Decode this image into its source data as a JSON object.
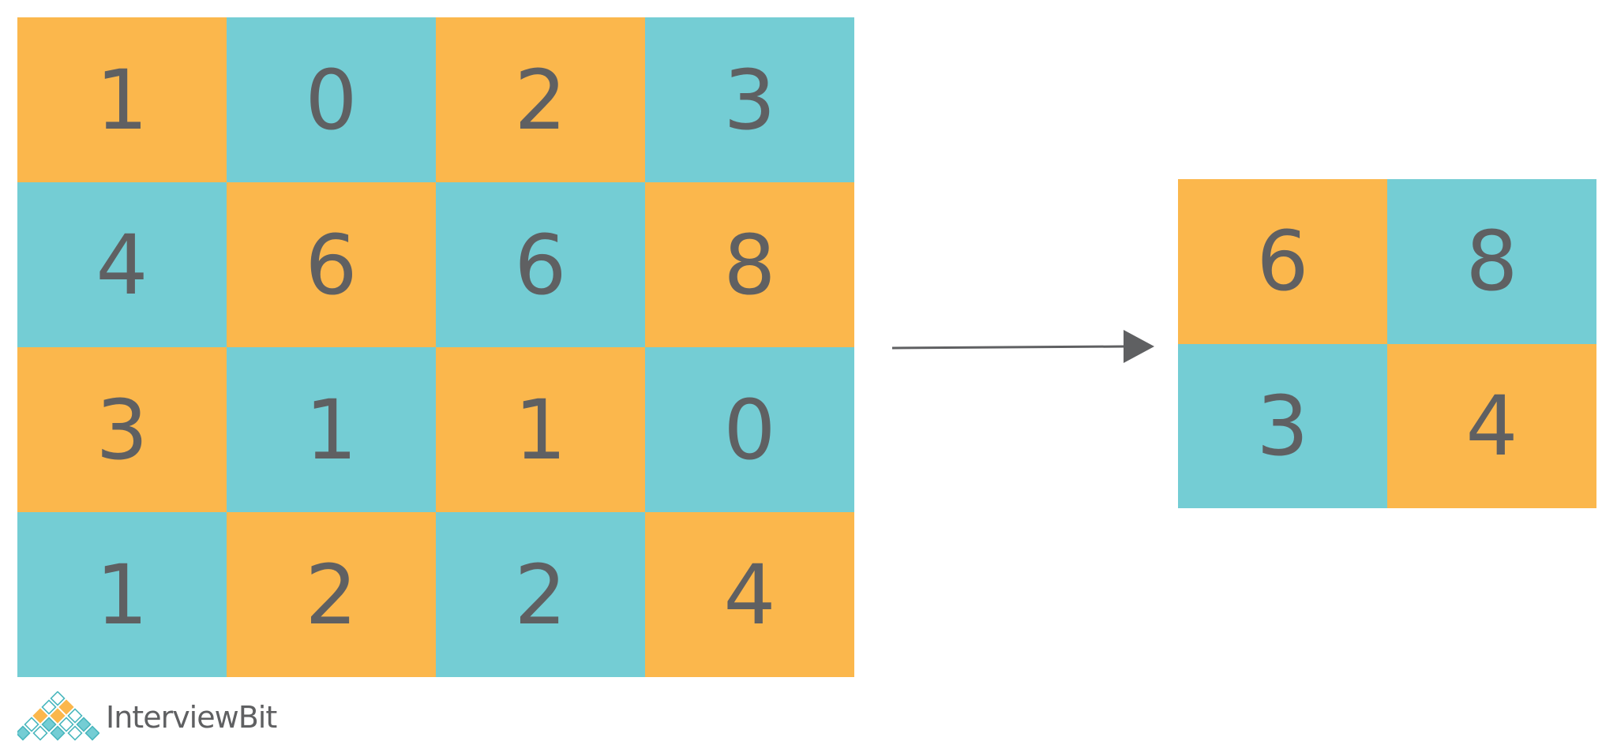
{
  "colors": {
    "orange": "#fbb74c",
    "teal": "#74cdd4",
    "digit": "#5f6062",
    "arrow": "#5f6062"
  },
  "input_matrix": {
    "rows": [
      [
        {
          "v": "1",
          "c": "orange"
        },
        {
          "v": "0",
          "c": "teal"
        },
        {
          "v": "2",
          "c": "orange"
        },
        {
          "v": "3",
          "c": "teal"
        }
      ],
      [
        {
          "v": "4",
          "c": "teal"
        },
        {
          "v": "6",
          "c": "orange"
        },
        {
          "v": "6",
          "c": "teal"
        },
        {
          "v": "8",
          "c": "orange"
        }
      ],
      [
        {
          "v": "3",
          "c": "orange"
        },
        {
          "v": "1",
          "c": "teal"
        },
        {
          "v": "1",
          "c": "orange"
        },
        {
          "v": "0",
          "c": "teal"
        }
      ],
      [
        {
          "v": "1",
          "c": "teal"
        },
        {
          "v": "2",
          "c": "orange"
        },
        {
          "v": "2",
          "c": "teal"
        },
        {
          "v": "4",
          "c": "orange"
        }
      ]
    ]
  },
  "output_matrix": {
    "rows": [
      [
        {
          "v": "6",
          "c": "orange"
        },
        {
          "v": "8",
          "c": "teal"
        }
      ],
      [
        {
          "v": "3",
          "c": "teal"
        },
        {
          "v": "4",
          "c": "orange"
        }
      ]
    ]
  },
  "arrow": {
    "icon": "right-arrow-icon"
  },
  "logo": {
    "icon": "interviewbit-logo-icon",
    "text": "InterviewBit"
  }
}
